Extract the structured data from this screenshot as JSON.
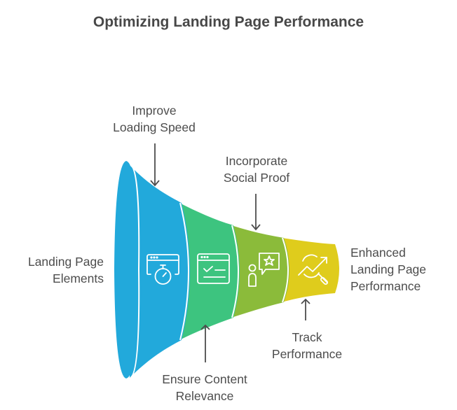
{
  "title": "Optimizing Landing Page Performance",
  "left_label": [
    "Landing Page",
    "Elements"
  ],
  "right_label": [
    "Enhanced",
    "Landing Page",
    "Performance"
  ],
  "stages": [
    {
      "label": [
        "Improve",
        "Loading Speed"
      ],
      "icon": "browser-stopwatch-icon",
      "color": "#22a9db",
      "position": "top"
    },
    {
      "label": [
        "Ensure Content",
        "Relevance"
      ],
      "icon": "browser-checklist-icon",
      "color": "#3dc47f",
      "position": "bottom"
    },
    {
      "label": [
        "Incorporate",
        "Social Proof"
      ],
      "icon": "person-review-star-icon",
      "color": "#8bbb3a",
      "position": "top"
    },
    {
      "label": [
        "Track",
        "Performance"
      ],
      "icon": "chart-magnifier-icon",
      "color": "#dfcc1c",
      "position": "bottom"
    }
  ],
  "colors": {
    "funnel_mouth": "#22a9db",
    "arrow": "#4d4d4d",
    "text": "#4d4d4d"
  }
}
